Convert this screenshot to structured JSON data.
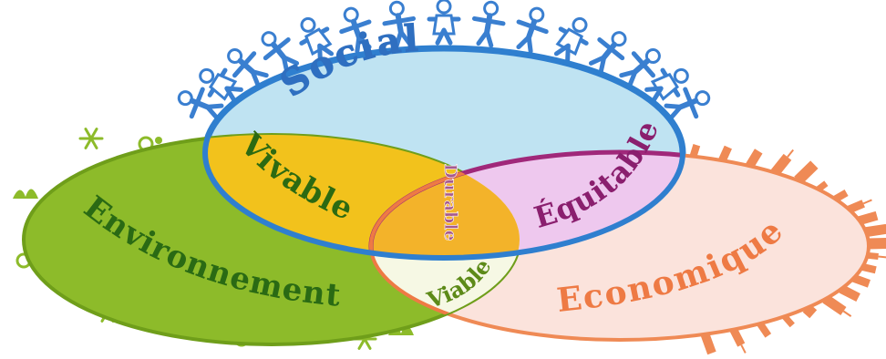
{
  "diagram": {
    "circles": {
      "social": {
        "label": "Social",
        "fill": "#bfe3f2",
        "stroke": "#2f7fcf",
        "text_color": "#2f6fc0"
      },
      "environnement": {
        "label": "Environnement",
        "fill": "#8dbb2a",
        "stroke": "#6f9e1a",
        "text_color": "#2a6a14"
      },
      "economique": {
        "label": "Economique",
        "fill": "#fbe3dc",
        "stroke": "#ef8a55",
        "text_color": "#ee7a44"
      }
    },
    "intersections": {
      "social_environnement": {
        "label": "Vivable",
        "fill": "#f2c21c",
        "text_color": "#2c6a12"
      },
      "social_economique": {
        "label": "Équitable",
        "fill": "#eec8ee",
        "stroke": "#a0287a",
        "text_color": "#8a1f6e"
      },
      "environnement_economique": {
        "label": "Viable",
        "fill": "#f6f8e4",
        "text_color": "#5d8a18"
      },
      "center": {
        "label": "Durable",
        "fill": "#f3b32a",
        "stroke": "#ee7a44",
        "text_color": "#a65a8f"
      }
    },
    "decorations": {
      "people_color": "#3a7fd0",
      "plant_color": "#8dbb2a",
      "city_color": "#ef8a55"
    }
  }
}
